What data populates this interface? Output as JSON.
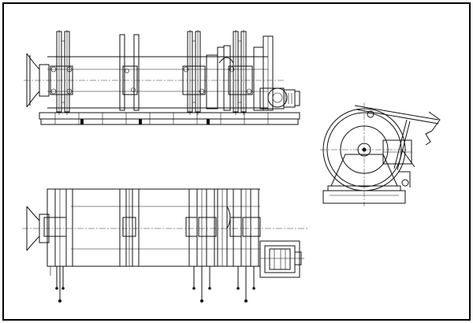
{
  "drawing": {
    "subject": "anchor-mooring-winch",
    "views": [
      "side-elevation",
      "plan-view",
      "end-view"
    ],
    "colors": {
      "line": "#111111",
      "background": "#ffffff",
      "border": "#000000"
    }
  }
}
